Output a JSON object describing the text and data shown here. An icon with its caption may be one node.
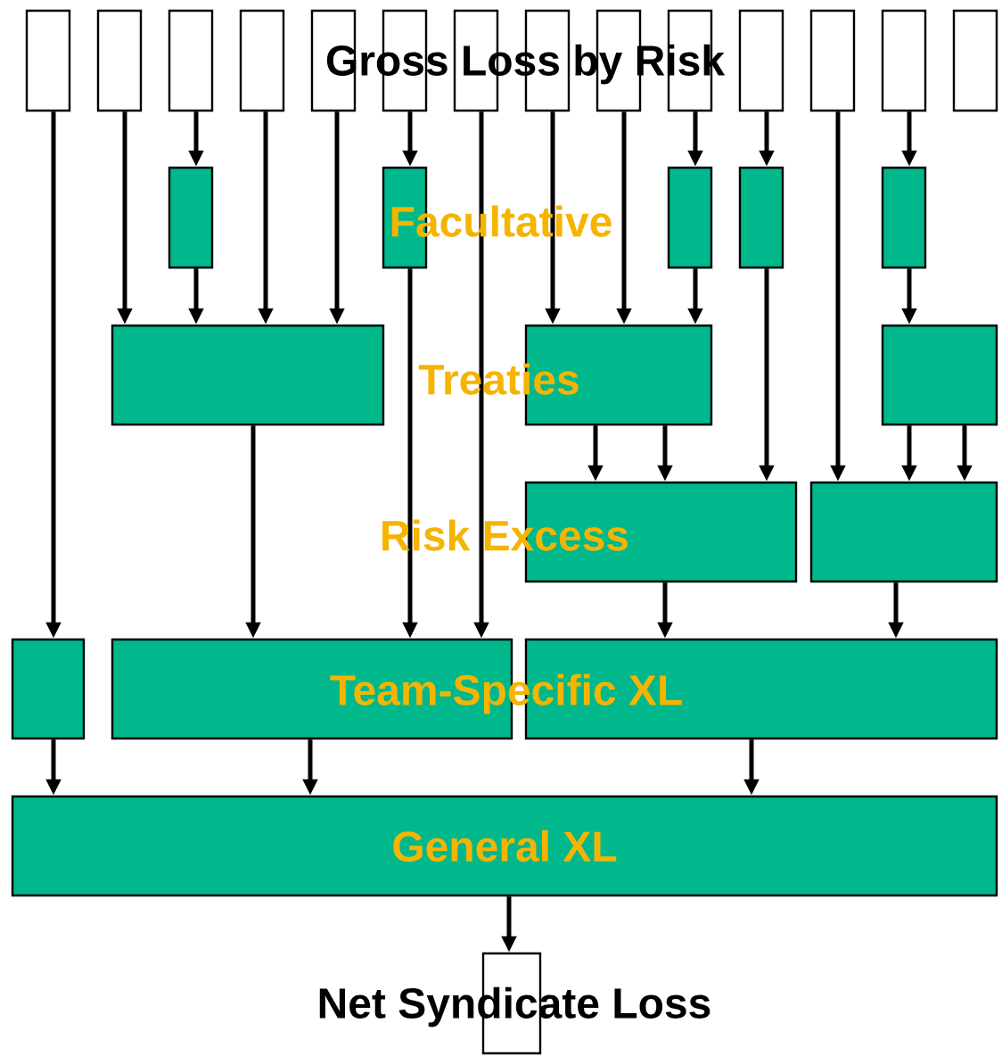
{
  "diagram": {
    "nodes": [
      {
        "text": [],
        "shape": "box"
      },
      {
        "text": [],
        "shape": "box"
      },
      {
        "text": [],
        "shape": "box"
      },
      {
        "text": [],
        "shape": "box"
      },
      {
        "text": [],
        "shape": "box"
      },
      {
        "text": [],
        "shape": "box"
      },
      {
        "text": [],
        "shape": "box"
      },
      {
        "text": [],
        "shape": "box"
      },
      {
        "text": [],
        "shape": "box"
      },
      {
        "text": [],
        "shape": "box"
      },
      {
        "text": [],
        "shape": "box"
      },
      {
        "text": [],
        "shape": "box"
      },
      {
        "text": [],
        "shape": "box"
      },
      {
        "text": [],
        "shape": "box"
      },
      {
        "text": [],
        "shape": "box"
      },
      {
        "text": [],
        "shape": "box"
      },
      {
        "text": [],
        "shape": "box"
      },
      {
        "text": [],
        "shape": "box"
      },
      {
        "text": [],
        "shape": "box"
      },
      {
        "text": [],
        "shape": "box"
      },
      {
        "text": [],
        "shape": "box"
      },
      {
        "text": [],
        "shape": "box"
      },
      {
        "text": [],
        "shape": "box"
      },
      {
        "text": [],
        "shape": "box"
      },
      {
        "text": [],
        "shape": "box"
      },
      {
        "text": [],
        "shape": "box"
      },
      {
        "text": [],
        "shape": "box"
      },
      {
        "text": [
          "General XL"
        ]
      },
      {
        "text": [
          "Net Syndicate Loss"
        ]
      }
    ],
    "edges": [
      {
        "from": 0,
        "to": 24,
        "arrow": "to"
      },
      {
        "from": 1,
        "to": 19,
        "arrow": "to"
      },
      {
        "from": 2,
        "to": 14,
        "arrow": "to"
      },
      {
        "from": 14,
        "to": 19,
        "arrow": "to"
      },
      {
        "from": 3,
        "to": 19,
        "arrow": "to"
      },
      {
        "from": 4,
        "to": 19,
        "arrow": "to"
      },
      {
        "from": 5,
        "to": 15,
        "arrow": "to"
      },
      {
        "from": 15,
        "to": 25,
        "arrow": "to"
      },
      {
        "from": 6,
        "to": 25,
        "arrow": "to"
      },
      {
        "from": 7,
        "to": 20,
        "arrow": "to"
      },
      {
        "from": 8,
        "to": 20,
        "arrow": "to"
      },
      {
        "from": 9,
        "to": 16,
        "arrow": "to"
      },
      {
        "from": 16,
        "to": 20,
        "arrow": "to"
      },
      {
        "from": 10,
        "to": 17,
        "arrow": "to"
      },
      {
        "from": 17,
        "to": 22,
        "arrow": "to"
      },
      {
        "from": 11,
        "to": 23,
        "arrow": "to"
      },
      {
        "from": 12,
        "to": 18,
        "arrow": "to"
      },
      {
        "from": 18,
        "to": 21,
        "arrow": "to"
      },
      {
        "from": 19,
        "to": 25,
        "arrow": "to"
      },
      {
        "from": 20,
        "to": 22,
        "arrow": "to"
      },
      {
        "from": 20,
        "to": 22,
        "arrow": "to"
      },
      {
        "from": 21,
        "to": 23,
        "arrow": "to"
      },
      {
        "from": 21,
        "to": 23,
        "arrow": "to"
      },
      {
        "from": 22,
        "to": 26,
        "arrow": "to"
      },
      {
        "from": 23,
        "to": 26,
        "arrow": "to"
      },
      {
        "from": 24,
        "to": 27,
        "arrow": "to"
      },
      {
        "from": 25,
        "to": 27,
        "arrow": "to"
      },
      {
        "from": 26,
        "to": 27,
        "arrow": "to"
      },
      {
        "from": 27,
        "to": 28,
        "arrow": "to"
      }
    ],
    "labels": [
      "Gross Loss by Risk",
      "Facultative",
      "Treaties",
      "Risk Excess",
      "Team-Specific XL"
    ]
  }
}
